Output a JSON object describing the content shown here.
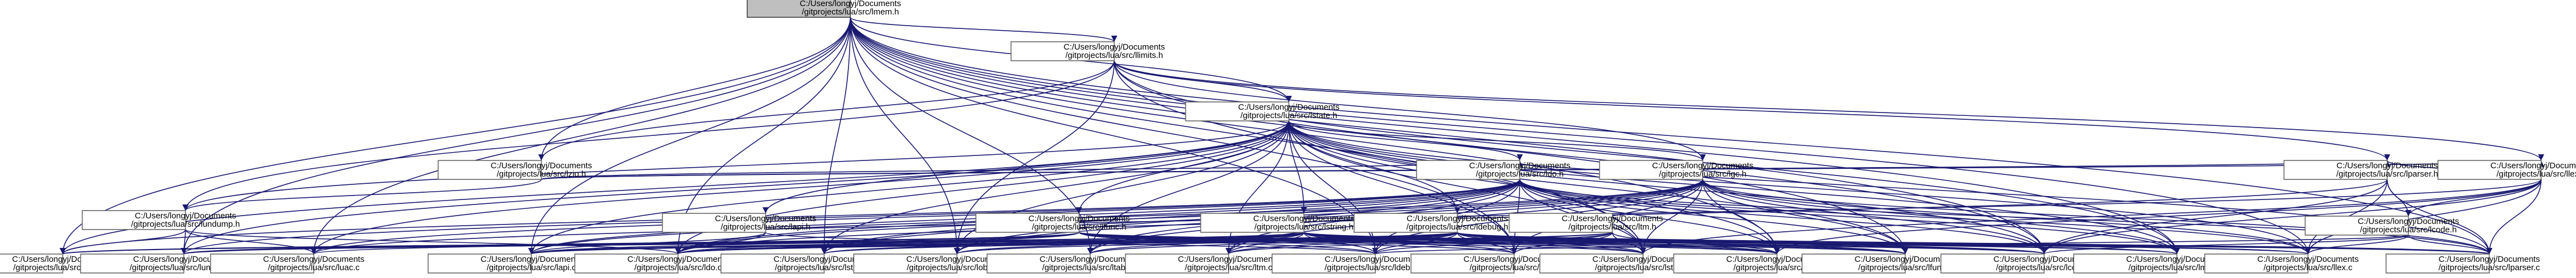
{
  "colors": {
    "edge": "#191970",
    "node_border": "#666666",
    "root_fill": "#bfbfbf"
  },
  "nodes": [
    {
      "id": "lmem_h",
      "line1": "C:/Users/longyj/Documents",
      "line2": "/gitprojects/lua/src/lmem.h",
      "root": true
    },
    {
      "id": "llimits_h",
      "line1": "C:/Users/longyj/Documents",
      "line2": "/gitprojects/lua/src/llimits.h"
    },
    {
      "id": "lstate_h",
      "line1": "C:/Users/longyj/Documents",
      "line2": "/gitprojects/lua/src/lstate.h"
    },
    {
      "id": "lzio_h",
      "line1": "C:/Users/longyj/Documents",
      "line2": "/gitprojects/lua/src/lzio.h"
    },
    {
      "id": "ldo_h",
      "line1": "C:/Users/longyj/Documents",
      "line2": "/gitprojects/lua/src/ldo.h"
    },
    {
      "id": "lgc_h",
      "line1": "C:/Users/longyj/Documents",
      "line2": "/gitprojects/lua/src/lgc.h"
    },
    {
      "id": "lparser_h",
      "line1": "C:/Users/longyj/Documents",
      "line2": "/gitprojects/lua/src/lparser.h"
    },
    {
      "id": "llex_h",
      "line1": "C:/Users/longyj/Documents",
      "line2": "/gitprojects/lua/src/llex.h"
    },
    {
      "id": "lundump_h",
      "line1": "C:/Users/longyj/Documents",
      "line2": "/gitprojects/lua/src/lundump.h"
    },
    {
      "id": "lapi_h",
      "line1": "C:/Users/longyj/Documents",
      "line2": "/gitprojects/lua/src/lapi.h"
    },
    {
      "id": "lfunc_h",
      "line1": "C:/Users/longyj/Documents",
      "line2": "/gitprojects/lua/src/lfunc.h"
    },
    {
      "id": "lstring_h",
      "line1": "C:/Users/longyj/Documents",
      "line2": "/gitprojects/lua/src/lstring.h"
    },
    {
      "id": "ldebug_h",
      "line1": "C:/Users/longyj/Documents",
      "line2": "/gitprojects/lua/src/ldebug.h"
    },
    {
      "id": "lcode_h",
      "line1": "C:/Users/longyj/Documents",
      "line2": "/gitprojects/lua/src/lcode.h"
    },
    {
      "id": "ldump_c",
      "line1": "C:/Users/longyj/Documents",
      "line2": "/gitprojects/lua/src/ldump.c"
    },
    {
      "id": "lundump_c",
      "line1": "C:/Users/longyj/Documents",
      "line2": "/gitprojects/lua/src/lundump.c"
    },
    {
      "id": "luac_c",
      "line1": "C:/Users/longyj/Documents",
      "line2": "/gitprojects/lua/src/luac.c"
    },
    {
      "id": "lapi_c",
      "line1": "C:/Users/longyj/Documents",
      "line2": "/gitprojects/lua/src/lapi.c"
    },
    {
      "id": "ldo_c",
      "line1": "C:/Users/longyj/Documents",
      "line2": "/gitprojects/lua/src/ldo.c"
    },
    {
      "id": "lstring_c",
      "line1": "C:/Users/longyj/Documents",
      "line2": "/gitprojects/lua/src/lstring.c"
    },
    {
      "id": "lobject_c",
      "line1": "C:/Users/longyj/Documents",
      "line2": "/gitprojects/lua/src/lobject.c"
    },
    {
      "id": "ltable_c",
      "line1": "C:/Users/longyj/Documents",
      "line2": "/gitprojects/lua/src/ltable.c"
    },
    {
      "id": "ltm_c",
      "line1": "C:/Users/longyj/Documents",
      "line2": "/gitprojects/lua/src/ltm.c"
    },
    {
      "id": "ldebug_c",
      "line1": "C:/Users/longyj/Documents",
      "line2": "/gitprojects/lua/src/ldebug.c"
    },
    {
      "id": "lvm_c",
      "line1": "C:/Users/longyj/Documents",
      "line2": "/gitprojects/lua/src/lvm.c"
    },
    {
      "id": "lstate_c",
      "line1": "C:/Users/longyj/Documents",
      "line2": "/gitprojects/lua/src/lstate.c"
    },
    {
      "id": "lgc_c",
      "line1": "C:/Users/longyj/Documents",
      "line2": "/gitprojects/lua/src/lgc.c"
    },
    {
      "id": "lfunc_c",
      "line1": "C:/Users/longyj/Documents",
      "line2": "/gitprojects/lua/src/lfunc.c"
    },
    {
      "id": "lcode_c",
      "line1": "C:/Users/longyj/Documents",
      "line2": "/gitprojects/lua/src/lcode.c"
    },
    {
      "id": "lmem_c",
      "line1": "C:/Users/longyj/Documents",
      "line2": "/gitprojects/lua/src/lmem.c"
    },
    {
      "id": "llex_c",
      "line1": "C:/Users/longyj/Documents",
      "line2": "/gitprojects/lua/src/llex.c"
    },
    {
      "id": "lparser_c",
      "line1": "C:/Users/longyj/Documents",
      "line2": "/gitprojects/lua/src/lparser.c"
    },
    {
      "id": "lzio_c",
      "line1": "C:/Users/longyj/Documents",
      "line2": "/gitprojects/lua/src/lzio.c"
    },
    {
      "id": "ltm_h",
      "line1": "C:/Users/longyj/Documents",
      "line2": "/gitprojects/lua/src/ltm.h"
    }
  ],
  "edges": [
    [
      "lmem_h",
      "llimits_h"
    ],
    [
      "lmem_h",
      "lstate_h"
    ],
    [
      "lmem_h",
      "lzio_h"
    ],
    [
      "lmem_h",
      "ldump_c"
    ],
    [
      "lmem_h",
      "lundump_c"
    ],
    [
      "lmem_h",
      "lapi_c"
    ],
    [
      "lmem_h",
      "ldo_c"
    ],
    [
      "lmem_h",
      "lstring_c"
    ],
    [
      "lmem_h",
      "ltable_c"
    ],
    [
      "lmem_h",
      "lgc_c"
    ],
    [
      "lmem_h",
      "lfunc_c"
    ],
    [
      "lmem_h",
      "lcode_c"
    ],
    [
      "lmem_h",
      "lmem_c"
    ],
    [
      "lmem_h",
      "llex_c"
    ],
    [
      "lmem_h",
      "lparser_c"
    ],
    [
      "lmem_h",
      "lzio_c"
    ],
    [
      "lmem_h",
      "luac_c"
    ],
    [
      "lmem_h",
      "lstate_c"
    ],
    [
      "lmem_h",
      "ldebug_c"
    ],
    [
      "lmem_h",
      "lvm_c"
    ],
    [
      "lmem_h",
      "lobject_c"
    ],
    [
      "llimits_h",
      "lstate_h"
    ],
    [
      "llimits_h",
      "lzio_h"
    ],
    [
      "llimits_h",
      "llex_h"
    ],
    [
      "llimits_h",
      "lparser_h"
    ],
    [
      "llimits_h",
      "lundump_h"
    ],
    [
      "llimits_h",
      "lcode_c"
    ],
    [
      "llimits_h",
      "lmem_c"
    ],
    [
      "llimits_h",
      "lgc_h"
    ],
    [
      "llimits_h",
      "lzio_c"
    ],
    [
      "llimits_h",
      "lstate_c"
    ],
    [
      "llimits_h",
      "lobject_c"
    ],
    [
      "lstate_h",
      "ldo_h"
    ],
    [
      "lstate_h",
      "lgc_h"
    ],
    [
      "lstate_h",
      "lapi_h"
    ],
    [
      "lstate_h",
      "lstring_h"
    ],
    [
      "lstate_h",
      "ldebug_h"
    ],
    [
      "lstate_h",
      "lfunc_h"
    ],
    [
      "lstate_h",
      "lundump_c"
    ],
    [
      "lstate_h",
      "lapi_c"
    ],
    [
      "lstate_h",
      "ldo_c"
    ],
    [
      "lstate_h",
      "lgc_c"
    ],
    [
      "lstate_h",
      "lstate_c"
    ],
    [
      "lstate_h",
      "lmem_c"
    ],
    [
      "lstate_h",
      "llex_c"
    ],
    [
      "lstate_h",
      "lparser_c"
    ],
    [
      "lstate_h",
      "ltable_c"
    ],
    [
      "lstate_h",
      "ltm_c"
    ],
    [
      "lstate_h",
      "lvm_c"
    ],
    [
      "lstate_h",
      "ldebug_c"
    ],
    [
      "lstate_h",
      "lfunc_c"
    ],
    [
      "lstate_h",
      "lstring_c"
    ],
    [
      "lstate_h",
      "lcode_c"
    ],
    [
      "lstate_h",
      "ldump_c"
    ],
    [
      "lstate_h",
      "lzio_c"
    ],
    [
      "lstate_h",
      "lobject_c"
    ],
    [
      "lstate_h",
      "luac_c"
    ],
    [
      "lstate_h",
      "lundump_h"
    ],
    [
      "lzio_h",
      "lparser_h"
    ],
    [
      "lzio_h",
      "llex_h"
    ],
    [
      "lzio_h",
      "lundump_h"
    ],
    [
      "lzio_h",
      "lzio_c"
    ],
    [
      "lzio_h",
      "ldo_h"
    ],
    [
      "ldo_h",
      "lapi_c"
    ],
    [
      "ldo_h",
      "ldo_c"
    ],
    [
      "ldo_h",
      "lgc_c"
    ],
    [
      "ldo_h",
      "lstate_c"
    ],
    [
      "ldo_h",
      "ldebug_c"
    ],
    [
      "ldo_h",
      "lvm_c"
    ],
    [
      "ldo_h",
      "lfunc_c"
    ],
    [
      "ldo_h",
      "lparser_c"
    ],
    [
      "ldo_h",
      "lcode_c"
    ],
    [
      "ldo_h",
      "lundump_c"
    ],
    [
      "ldo_h",
      "ltm_c"
    ],
    [
      "ldo_h",
      "lmem_c"
    ],
    [
      "ldo_h",
      "lobject_c"
    ],
    [
      "ldo_h",
      "lstring_c"
    ],
    [
      "ldo_h",
      "ltable_c"
    ],
    [
      "ldo_h",
      "ldump_c"
    ],
    [
      "ldo_h",
      "lzio_c"
    ],
    [
      "ldo_h",
      "luac_c"
    ],
    [
      "ldo_h",
      "llex_c"
    ],
    [
      "lgc_h",
      "lapi_c"
    ],
    [
      "lgc_h",
      "ldo_c"
    ],
    [
      "lgc_h",
      "lgc_c"
    ],
    [
      "lgc_h",
      "lstate_c"
    ],
    [
      "lgc_h",
      "lvm_c"
    ],
    [
      "lgc_h",
      "lfunc_c"
    ],
    [
      "lgc_h",
      "lstring_c"
    ],
    [
      "lgc_h",
      "ltable_c"
    ],
    [
      "lgc_h",
      "lmem_c"
    ],
    [
      "lgc_h",
      "lcode_c"
    ],
    [
      "lgc_h",
      "llex_c"
    ],
    [
      "lgc_h",
      "lparser_c"
    ],
    [
      "lgc_h",
      "ldebug_c"
    ],
    [
      "lgc_h",
      "ltm_c"
    ],
    [
      "lgc_h",
      "lobject_c"
    ],
    [
      "lparser_h",
      "lcode_h"
    ],
    [
      "lparser_h",
      "lparser_c"
    ],
    [
      "lparser_h",
      "llex_c"
    ],
    [
      "lparser_h",
      "ldo_c"
    ],
    [
      "lparser_h",
      "lcode_c"
    ],
    [
      "llex_h",
      "lparser_h"
    ],
    [
      "llex_h",
      "lcode_h"
    ],
    [
      "llex_h",
      "llex_c"
    ],
    [
      "llex_h",
      "lparser_c"
    ],
    [
      "llex_h",
      "lcode_c"
    ],
    [
      "llex_h",
      "lgc_c"
    ],
    [
      "llex_h",
      "lstate_c"
    ],
    [
      "llex_h",
      "luac_c"
    ],
    [
      "lundump_h",
      "ldump_c"
    ],
    [
      "lundump_h",
      "lundump_c"
    ],
    [
      "lundump_h",
      "luac_c"
    ],
    [
      "lundump_h",
      "ldo_c"
    ],
    [
      "lapi_h",
      "lapi_c"
    ],
    [
      "lapi_h",
      "ldebug_c"
    ],
    [
      "lapi_h",
      "ldo_c"
    ],
    [
      "lfunc_h",
      "lapi_c"
    ],
    [
      "lfunc_h",
      "ldo_c"
    ],
    [
      "lfunc_h",
      "lgc_c"
    ],
    [
      "lfunc_h",
      "lfunc_c"
    ],
    [
      "lfunc_h",
      "lcode_c"
    ],
    [
      "lfunc_h",
      "ldebug_c"
    ],
    [
      "lfunc_h",
      "lundump_c"
    ],
    [
      "lfunc_h",
      "lvm_c"
    ],
    [
      "lfunc_h",
      "lparser_c"
    ],
    [
      "lfunc_h",
      "lstate_c"
    ],
    [
      "lfunc_h",
      "luac_c"
    ],
    [
      "lstring_h",
      "lapi_c"
    ],
    [
      "lstring_h",
      "lstring_c"
    ],
    [
      "lstring_h",
      "lobject_c"
    ],
    [
      "lstring_h",
      "ltm_c"
    ],
    [
      "lstring_h",
      "ldo_c"
    ],
    [
      "lstring_h",
      "lgc_c"
    ],
    [
      "lstring_h",
      "lstate_c"
    ],
    [
      "lstring_h",
      "lvm_c"
    ],
    [
      "lstring_h",
      "ltable_c"
    ],
    [
      "lstring_h",
      "llex_c"
    ],
    [
      "lstring_h",
      "lparser_c"
    ],
    [
      "lstring_h",
      "lcode_c"
    ],
    [
      "lstring_h",
      "lundump_c"
    ],
    [
      "lstring_h",
      "ldebug_c"
    ],
    [
      "lstring_h",
      "ldump_c"
    ],
    [
      "lstring_h",
      "lfunc_c"
    ],
    [
      "lstring_h",
      "lmem_c"
    ],
    [
      "ldebug_h",
      "lapi_c"
    ],
    [
      "ldebug_h",
      "ldebug_c"
    ],
    [
      "ldebug_h",
      "ldo_c"
    ],
    [
      "ldebug_h",
      "lvm_c"
    ],
    [
      "ldebug_h",
      "ltable_c"
    ],
    [
      "ldebug_h",
      "ltm_c"
    ],
    [
      "ldebug_h",
      "lcode_c"
    ],
    [
      "ldebug_h",
      "lgc_c"
    ],
    [
      "ldebug_h",
      "lfunc_c"
    ],
    [
      "ldebug_h",
      "lmem_c"
    ],
    [
      "ldebug_h",
      "lstate_c"
    ],
    [
      "ldebug_h",
      "lobject_c"
    ],
    [
      "ldebug_h",
      "lparser_c"
    ],
    [
      "ldebug_h",
      "llex_c"
    ],
    [
      "ldebug_h",
      "lstring_c"
    ],
    [
      "ldebug_h",
      "lundump_c"
    ],
    [
      "ldebug_h",
      "ldump_c"
    ],
    [
      "lcode_h",
      "lcode_c"
    ],
    [
      "lcode_h",
      "lparser_c"
    ],
    [
      "lcode_h",
      "llex_c"
    ],
    [
      "lcode_h",
      "ldebug_c"
    ],
    [
      "ltm_h",
      "lapi_c"
    ],
    [
      "ltm_h",
      "ldo_c"
    ],
    [
      "ltm_h",
      "lstate_c"
    ],
    [
      "ltm_h",
      "lvm_c"
    ],
    [
      "ltm_h",
      "ltm_c"
    ],
    [
      "ltm_h",
      "lgc_c"
    ],
    [
      "ltm_h",
      "ldebug_c"
    ]
  ]
}
